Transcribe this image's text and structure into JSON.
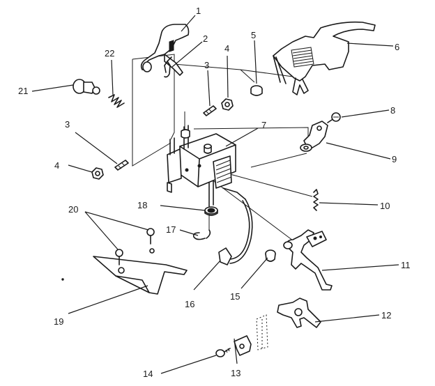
{
  "callouts": [
    {
      "id": "c1",
      "text": "1"
    },
    {
      "id": "c2",
      "text": "2"
    },
    {
      "id": "c3a",
      "text": "3"
    },
    {
      "id": "c3b",
      "text": "3"
    },
    {
      "id": "c4a",
      "text": "4"
    },
    {
      "id": "c4b",
      "text": "4"
    },
    {
      "id": "c5",
      "text": "5"
    },
    {
      "id": "c6",
      "text": "6"
    },
    {
      "id": "c7",
      "text": "7"
    },
    {
      "id": "c8",
      "text": "8"
    },
    {
      "id": "c9",
      "text": "9"
    },
    {
      "id": "c10",
      "text": "10"
    },
    {
      "id": "c11",
      "text": "11"
    },
    {
      "id": "c12",
      "text": "12"
    },
    {
      "id": "c13",
      "text": "13"
    },
    {
      "id": "c14",
      "text": "14"
    },
    {
      "id": "c15",
      "text": "15"
    },
    {
      "id": "c16",
      "text": "16"
    },
    {
      "id": "c17",
      "text": "17"
    },
    {
      "id": "c18",
      "text": "18"
    },
    {
      "id": "c19",
      "text": "19"
    },
    {
      "id": "c20",
      "text": "20"
    },
    {
      "id": "c21",
      "text": "21"
    },
    {
      "id": "c22",
      "text": "22"
    }
  ]
}
